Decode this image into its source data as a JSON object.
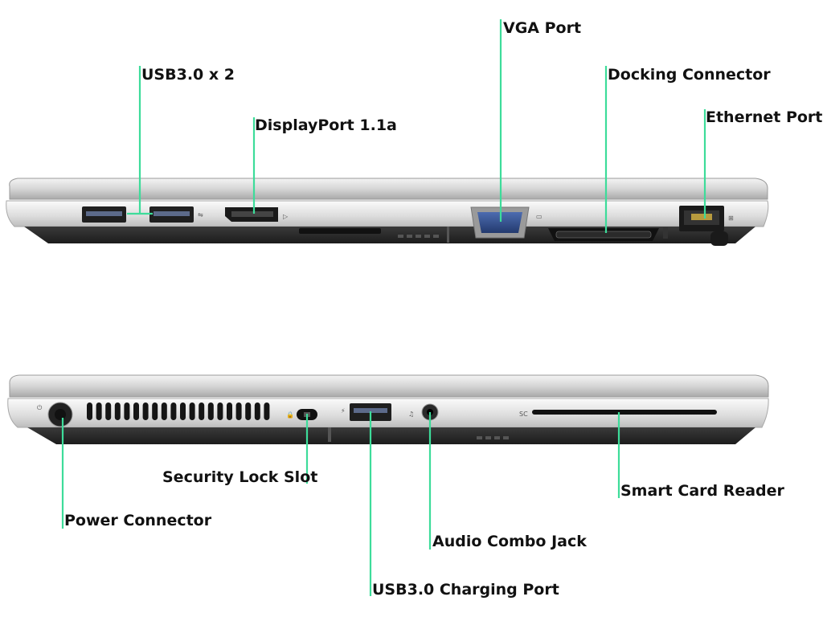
{
  "top_view": {
    "labels": {
      "usb30_x2": "USB3.0 x 2",
      "displayport": "DisplayPort 1.1a",
      "vga": "VGA Port",
      "docking": "Docking Connector",
      "ethernet": "Ethernet Port"
    }
  },
  "bottom_view": {
    "labels": {
      "security_lock": "Security Lock Slot",
      "power": "Power Connector",
      "audio": "Audio Combo Jack",
      "usb_charging": "USB3.0 Charging Port",
      "smart_card": "Smart Card Reader"
    },
    "sc_marking": "SC"
  },
  "colors": {
    "leader_line": "#3ddc9a",
    "chassis_silver": "#d9d9d9",
    "chassis_dark": "#2b2b2b",
    "vga_blue": "#2f4a86"
  }
}
